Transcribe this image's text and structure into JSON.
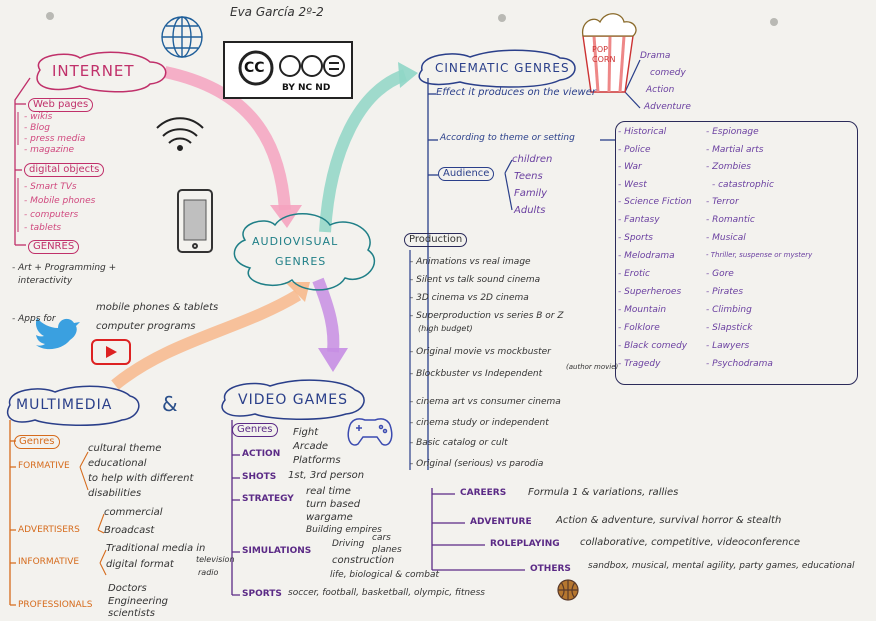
{
  "author": "Eva García 2º-2",
  "cc": {
    "badge": "CC",
    "marks": "BY NC ND"
  },
  "popcorn": "POP CORN",
  "center": {
    "line1": "AUDIOVISUAL",
    "line2": "GENRES"
  },
  "internet": {
    "title": "INTERNET",
    "web_pages": "Web pages",
    "web_items": [
      "- wikis",
      "- Blog",
      "- press media",
      "- magazine"
    ],
    "digital_objects": "digital objects",
    "digital_items": [
      "- Smart TVs",
      "- Mobile phones",
      "- computers",
      "- tablets"
    ],
    "genres": "GENRES",
    "genre_line1": "- Art + Programming +",
    "genre_line2": "interactivity",
    "apps_for": "- Apps for",
    "apps_items": [
      "mobile phones & tablets",
      "computer programs"
    ]
  },
  "cinematic": {
    "title": "CINEMATIC GENRES",
    "effect": "Effect it produces on the viewer",
    "effect_items": [
      "Drama",
      "comedy",
      "Action",
      "Adventure"
    ],
    "theme": "According to theme or setting",
    "themes_left": [
      "- Historical",
      "- Police",
      "- War",
      "- West",
      "- Science Fiction",
      "- Fantasy",
      "- Sports",
      "- Melodrama",
      "- Erotic",
      "- Superheroes",
      "- Mountain",
      "- Folklore",
      "- Black comedy",
      "- Tragedy"
    ],
    "themes_right": [
      "- Espionage",
      "- Martial arts",
      "- Zombies",
      "- catastrophic",
      "- Terror",
      "- Romantic",
      "- Musical",
      "- Thriller, suspense or mystery",
      "- Gore",
      "- Pirates",
      "- Climbing",
      "- Slapstick",
      "- Lawyers",
      "- Psychodrama"
    ],
    "audience": "Audience",
    "audience_items": [
      "children",
      "Teens",
      "Family",
      "Adults"
    ],
    "production": "Production",
    "production_items": [
      "- Animations vs real image",
      "- Silent vs talk sound cinema",
      "- 3D cinema vs 2D cinema",
      "- Superproduction vs series B or Z",
      "(high budget)",
      "- Original movie vs mockbuster",
      "- Blockbuster vs Independent",
      "(author movie)",
      "- cinema art vs consumer cinema",
      "- cinema study or independent",
      "- Basic catalog or cult",
      "- Original (serious) vs parodia"
    ]
  },
  "multimedia": {
    "title": "MULTIMEDIA",
    "amp": "&",
    "genres": "Genres",
    "formative": "FORMATIVE",
    "formative_items": [
      "cultural theme",
      "educational",
      "to help with different",
      "disabilities"
    ],
    "advertisers": "ADVERTISERS",
    "advertisers_items": [
      "commercial",
      "Broadcast"
    ],
    "informative": "INFORMATIVE",
    "informative_items": [
      "Traditional media in",
      "digital format",
      "television",
      "radio"
    ],
    "professionals": "PROFESSIONALS",
    "professionals_items": [
      "Doctors",
      "Engineering",
      "scientists"
    ]
  },
  "videogames": {
    "title": "VIDEO GAMES",
    "genres": "Genres",
    "action": "ACTION",
    "action_items": [
      "Fight",
      "Arcade",
      "Platforms"
    ],
    "shots": "SHOTS",
    "shots_items": "1st, 3rd person",
    "strategy": "STRATEGY",
    "strategy_items": [
      "real time",
      "turn based",
      "wargame",
      "Building empires"
    ],
    "simulations": "SIMULATIONS",
    "simulations_items": [
      "Driving",
      "cars",
      "planes",
      "construction",
      "life, biological & combat"
    ],
    "sports": "SPORTS",
    "sports_items": "soccer, football, basketball, olympic, fitness",
    "careers": "CAREERS",
    "careers_items": "Formula 1 & variations, rallies",
    "adventure": "ADVENTURE",
    "adventure_items": "Action & adventure, survival horror & stealth",
    "roleplaying": "ROLEPLAYING",
    "roleplaying_items": "collaborative, competitive, videoconference",
    "others": "OTHERS",
    "others_items": "sandbox, musical, mental agility, party games, educational"
  },
  "colors": {
    "internet": "#c0306a",
    "teal": "#1f7f87",
    "navy": "#2a3f8a",
    "purple": "#5b2a86",
    "orange": "#d66b1c"
  }
}
